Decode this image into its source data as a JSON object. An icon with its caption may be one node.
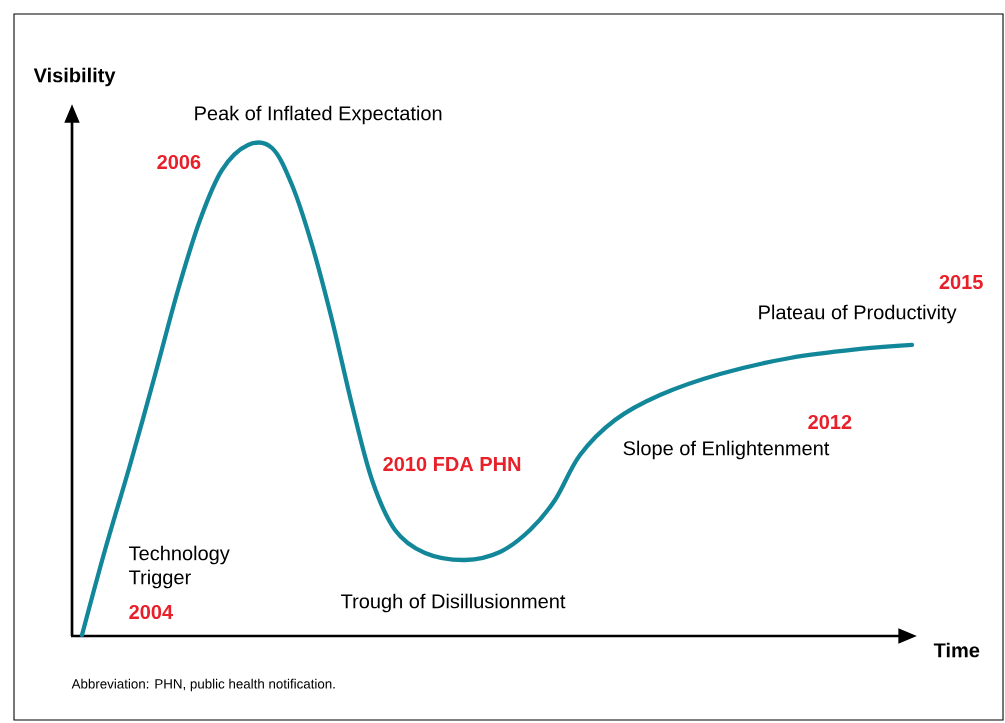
{
  "diagram": {
    "caption": "Abbreviation: PHN, public health notification.",
    "labels": [
      "Visibility",
      "Peak of Inflated Expectation",
      "2006",
      "2015",
      "Plateau of Productivity",
      "2012",
      "2010 FDA PHN",
      "Slope of Enlightenment",
      "Technology Trigger",
      "2004",
      "Trough of Disillusionment",
      "Time"
    ]
  }
}
